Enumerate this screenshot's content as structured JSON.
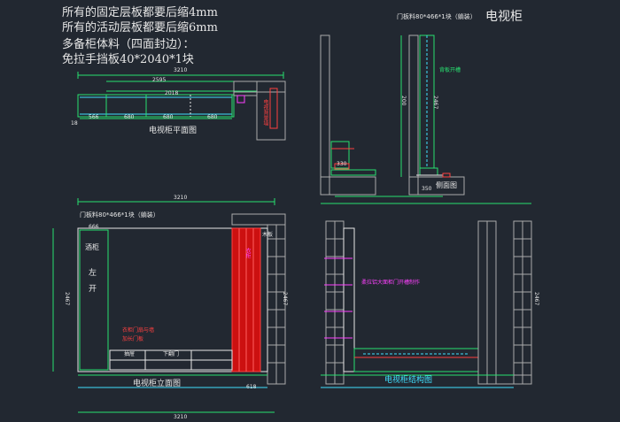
{
  "notes": {
    "fixed_shelf": "所有的固定层板都要后缩4mm",
    "movable_shelf": "所有的活动层板都要后缩6mm",
    "multilayer": "多备柜体料（四面封边）：",
    "handle_strip": "免拉手挡板40*2040*1块"
  },
  "titles": {
    "tv_cabinet": "电视柜",
    "plan_view": "电视柜平面图",
    "elevation_view": "电视柜立面图",
    "structure_view": "电视柜结构图",
    "side_view": "侧面图"
  },
  "door_labels": {
    "side_door": "门板料80*466*1块（躺装）",
    "elev_door": "门板料80*466*1块（躺装）"
  },
  "dims": {
    "plan_total": "3210",
    "plan_inner": "2595",
    "plan_mid": "2018",
    "plan_a": "566",
    "plan_b": "680",
    "plan_c": "680",
    "plan_d": "680",
    "plan_left": "18",
    "elev_total": "3210",
    "elev_height": "2467",
    "elev_left": "666",
    "elev_bottom": "3210",
    "side_height": "2467",
    "side_w1": "330",
    "side_w2": "350",
    "struct_height": "2467",
    "elev_h2": "2467",
    "elev_618": "618",
    "side_depth": "200"
  },
  "labels": {
    "wine_rack": "酒柜",
    "left": "左",
    "open": "开",
    "tall_door": "衣柜",
    "wood_board": "木板",
    "drawer": "抽屉",
    "down_flip": "下翻门",
    "tv_label": "电视背景墙",
    "red_note1": "衣柜门扇与墙",
    "red_note2": "加长门板",
    "slot_note": "背板开槽",
    "struct_note": "柔拉铝大面柜门开槽制作"
  }
}
